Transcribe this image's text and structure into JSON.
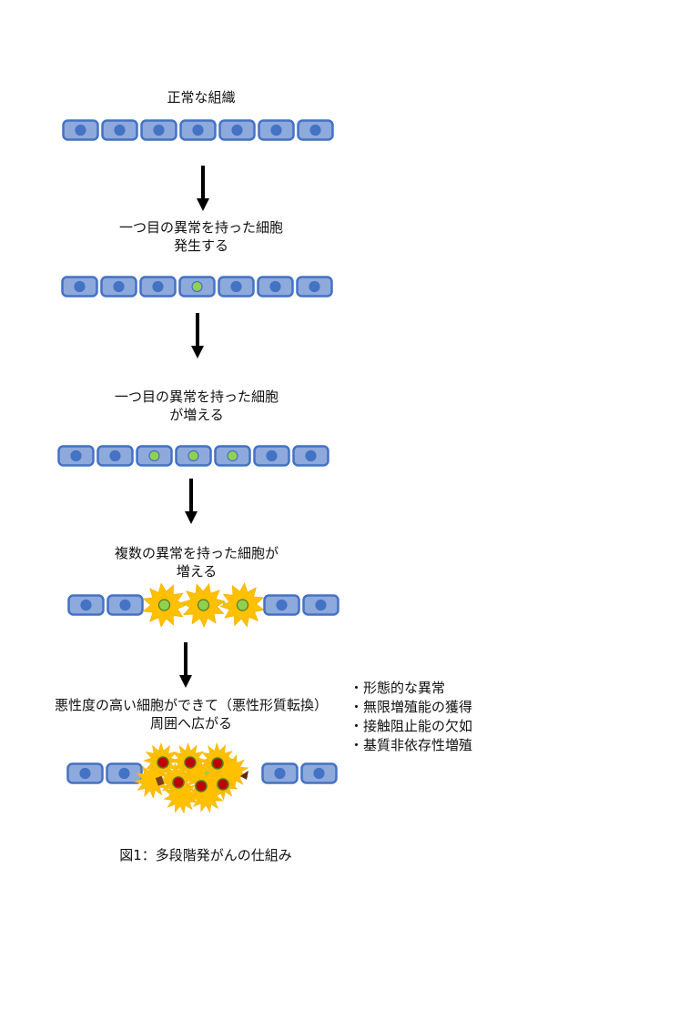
{
  "stages": [
    {
      "label_line1": "正常な組織",
      "label_line2": "",
      "cells": [
        "normal",
        "normal",
        "normal",
        "normal",
        "normal",
        "normal",
        "normal"
      ]
    },
    {
      "label_line1": "一つ目の異常を持った細胞",
      "label_line2": "発生する",
      "cells": [
        "normal",
        "normal",
        "normal",
        "abnormal",
        "normal",
        "normal",
        "normal"
      ]
    },
    {
      "label_line1": "一つ目の異常を持った細胞",
      "label_line2": "が増える",
      "cells": [
        "normal",
        "normal",
        "abnormal",
        "abnormal",
        "abnormal",
        "normal",
        "normal"
      ]
    },
    {
      "label_line1": "複数の異常を持った細胞が",
      "label_line2": "増える",
      "cells": [
        "normal",
        "normal",
        "multi",
        "multi",
        "multi",
        "normal",
        "normal"
      ]
    },
    {
      "label_line1": "悪性度の高い細胞ができて（悪性形質転換）",
      "label_line2": "周囲へ広がる",
      "cells": [
        "normal",
        "normal",
        "malignant",
        "normal",
        "normal"
      ]
    }
  ],
  "malignant_traits": [
    "・形態的な異常",
    "・無限増殖能の獲得",
    "・接触阻止能の欠如",
    "・基質非依存性増殖"
  ],
  "caption": "図1：多段階発がんの仕組み",
  "colors": {
    "cell_fill": "#8EA9DB",
    "cell_border": "#4472C4",
    "nucleus_normal": "#4472C4",
    "nucleus_abnormal": "#92D050",
    "nucleus_malignant": "#C00000",
    "tumor": "#FFC000",
    "arrow": "#000000"
  }
}
